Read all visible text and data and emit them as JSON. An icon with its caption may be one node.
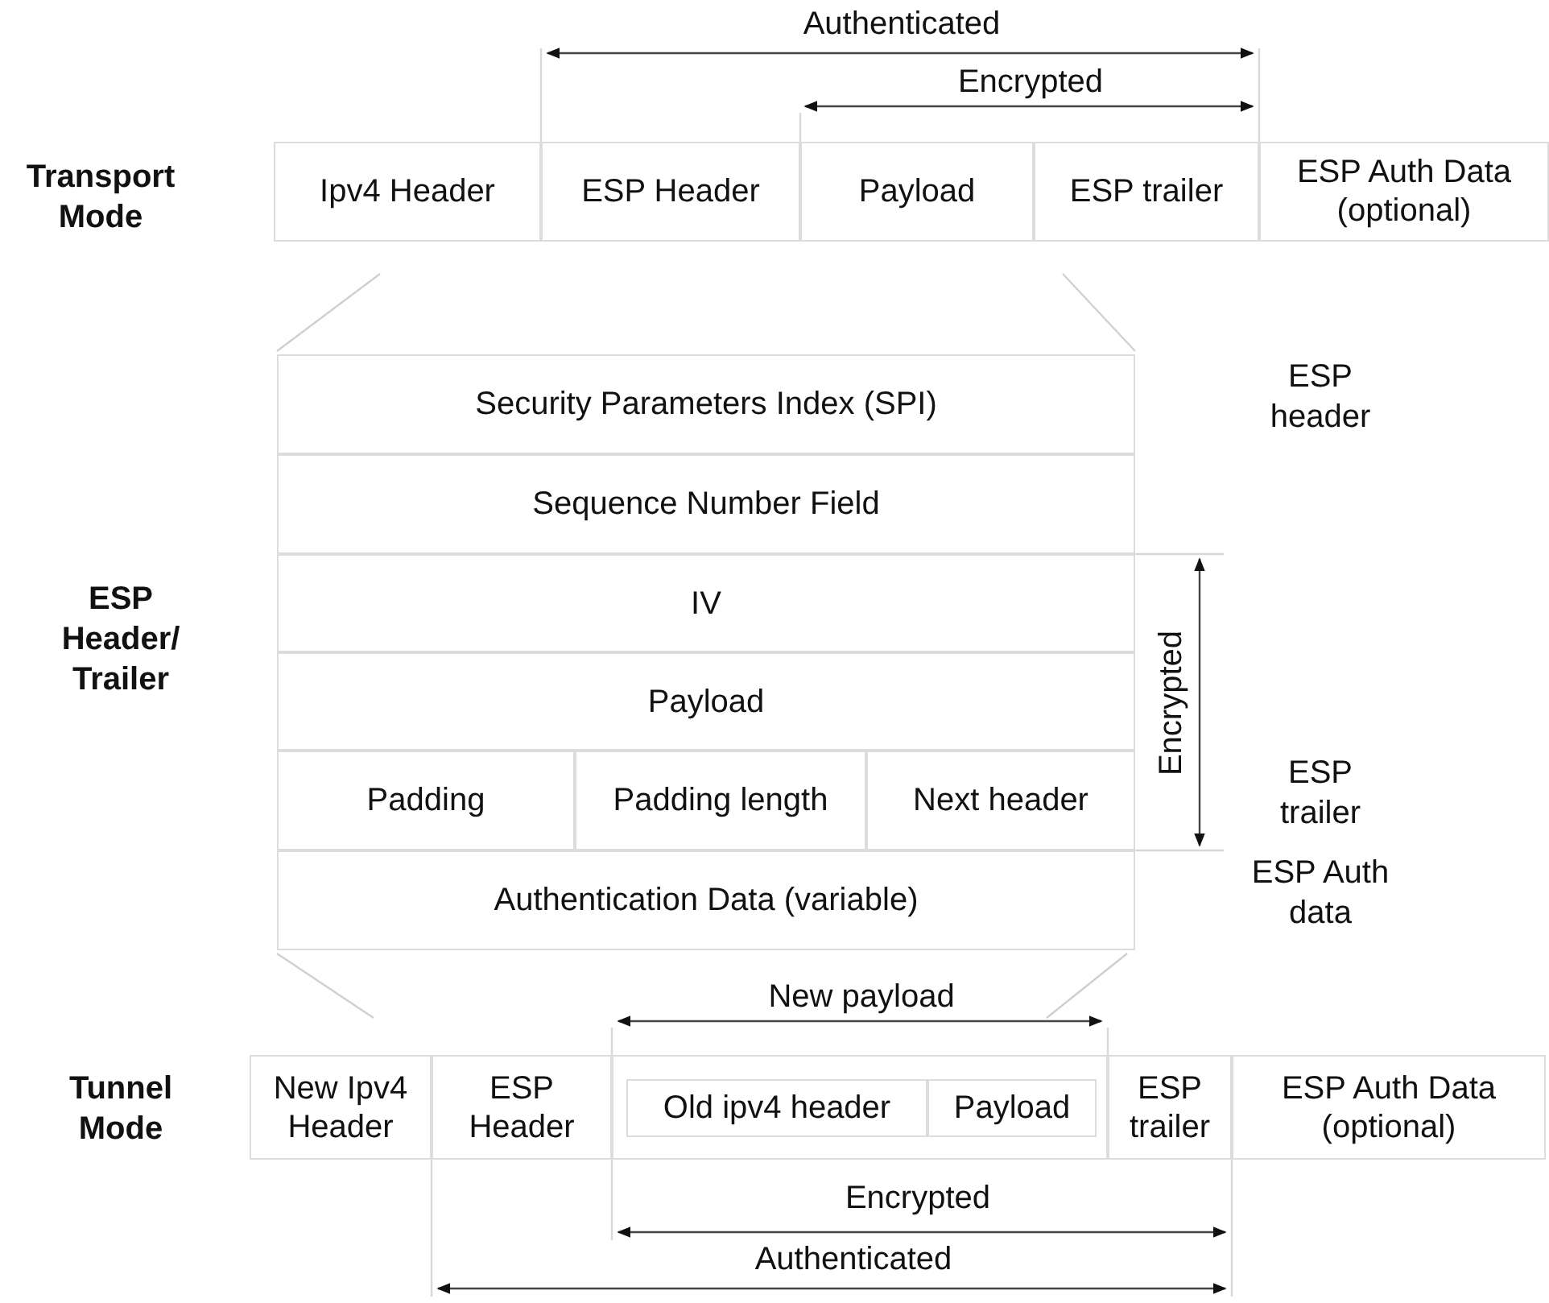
{
  "diagram": {
    "nodes": [
      {
        "text": [
          "Ipv4 Header"
        ]
      },
      {
        "text": [
          "ESP Header"
        ]
      },
      {
        "text": [
          "Payload"
        ]
      },
      {
        "text": [
          "ESP trailer"
        ]
      },
      {
        "text": [
          "ESP Auth Data (optional)"
        ]
      },
      {
        "text": [
          "Security Parameters Index (SPI)"
        ]
      },
      {
        "text": [
          "Sequence Number Field"
        ]
      },
      {
        "text": [
          "IV"
        ]
      },
      {
        "text": [
          "Payload"
        ]
      },
      {
        "text": [
          "Padding"
        ]
      },
      {
        "text": [
          "Padding length"
        ]
      },
      {
        "text": [
          "Next header"
        ]
      },
      {
        "text": [
          "Authentication Data (variable)"
        ]
      },
      {
        "text": [
          "New Ipv4 Header"
        ]
      },
      {
        "text": [
          "ESP Header"
        ]
      },
      {
        "text": [],
        "shape": "box"
      },
      {
        "text": [
          "Old ipv4 header"
        ],
        "in": 15
      },
      {
        "text": [
          "Payload"
        ],
        "in": 15
      },
      {
        "text": [
          "ESP trailer"
        ]
      },
      {
        "text": [
          "ESP Auth Data (optional)"
        ]
      }
    ],
    "edges": [],
    "labels": [
      "Authenticated",
      "Encrypted",
      "Transport Mode",
      "ESP header",
      "ESP Header/ Trailer",
      "Encrypted",
      "ESP trailer",
      "ESP Auth data",
      "New payload",
      "Tunnel Mode",
      "Encrypted",
      "Authenticated"
    ]
  }
}
